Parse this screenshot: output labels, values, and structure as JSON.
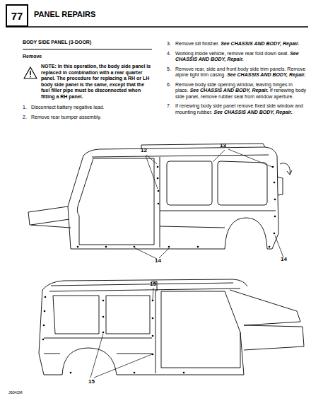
{
  "diagram": {
    "title": "PANEL REPAIRS",
    "nodes": [
      {
        "text": [
          "77"
        ]
      }
    ],
    "labels": [
      "BODY SIDE PANEL (3-DOOR)",
      "Remove",
      "NOTE: In this operation, the body side panel is replaced in combination with a rear quarter panel. The procedure for replacing a RH or LH body side panel is the same, except that the fuel filler pipe must be disconnected when fitting a RH panel.",
      "1.",
      "Disconnect battery negative lead.",
      "2.",
      "Remove rear bumper assembly.",
      "3.",
      "Remove sill finisher.",
      "See CHASSIS AND BODY, Repair.",
      "4.",
      "Working inside vehicle, remove rear fold down seat.",
      "See CHASSIS AND BODY, Repair.",
      "5.",
      "Remove rear, side and front body side trim panels. Remove alpine light trim casing.",
      "See CHASSIS AND BODY, Repair.",
      "6.",
      "Remove body side opening window, leaving hinges in place.",
      "See CHASSIS AND BODY, Repair.",
      "If renewing body side panel, remove rubber seal from window aperture.",
      "7.",
      "If renewing body side panel remove fixed side window and mounting rubber.",
      "See CHASSIS AND BODY, Repair.",
      "12",
      "13",
      "14",
      "14",
      "15",
      "15",
      "J6042M"
    ]
  }
}
